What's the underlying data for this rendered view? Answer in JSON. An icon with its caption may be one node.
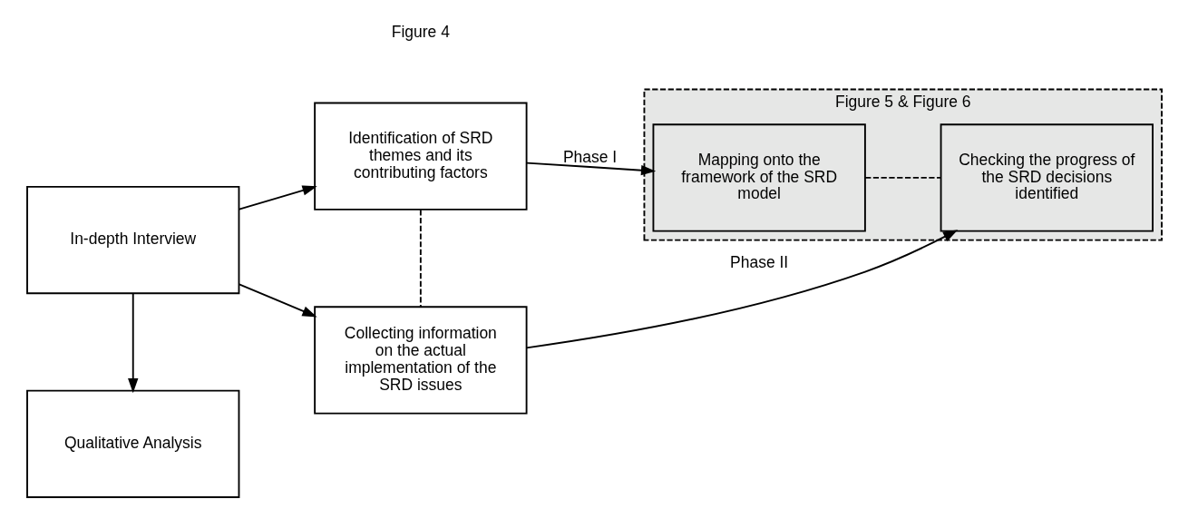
{
  "diagram": {
    "nodes": [
      {
        "text": [
          "In-depth Interview"
        ]
      },
      {
        "text": [
          "Qualitative Analysis"
        ]
      },
      {
        "text": [
          "Identification of SRD themes and its contributing factors"
        ]
      },
      {
        "text": [
          "Collecting information on the actual implementation of the SRD issues"
        ]
      },
      {
        "text": [
          "Figure 5 & Figure 6"
        ]
      },
      {
        "text": [
          "Mapping onto the framework of the SRD model"
        ],
        "in": 4
      },
      {
        "text": [
          "Checking the progress of the SRD decisions identified"
        ],
        "in": 4
      }
    ],
    "edges": [
      {
        "from": 0,
        "to": 2,
        "arrow": "to"
      },
      {
        "from": 0,
        "to": 1,
        "arrow": "to"
      },
      {
        "from": 0,
        "to": 3,
        "arrow": "to"
      },
      {
        "from": 2,
        "to": 3,
        "arrow": "none",
        "style": "dashed"
      },
      {
        "from": 2,
        "to": 5,
        "arrow": "to",
        "label": "Phase I"
      },
      {
        "from": 3,
        "to": 6,
        "arrow": "to",
        "label": "Phase II"
      },
      {
        "from": 5,
        "to": 6,
        "arrow": "none",
        "style": "dashed"
      }
    ],
    "labels": [
      "Figure 4"
    ]
  }
}
